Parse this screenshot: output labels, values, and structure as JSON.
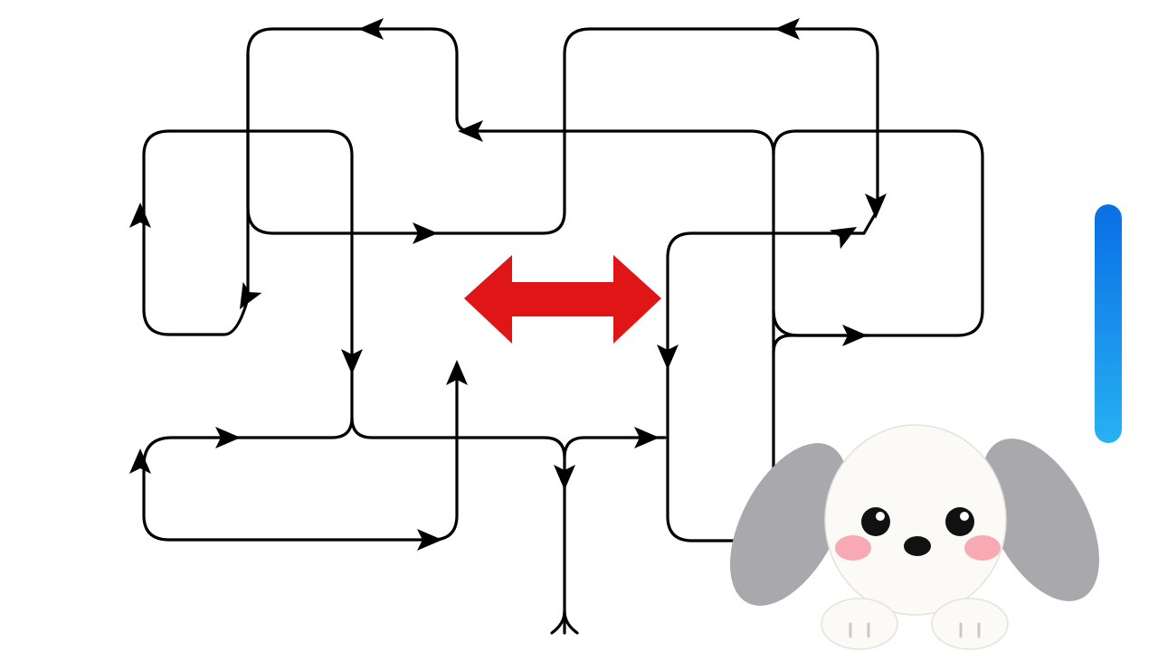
{
  "game": {
    "type": "arrow-maze",
    "colors": {
      "background": "#ffffff",
      "track": "#000000",
      "arrowhead": "#000000",
      "center_arrow": "#e01515",
      "progress_top": "#0a6fe6",
      "progress_bottom": "#27b1f2",
      "dog_face": "#fbfaf7",
      "dog_ears": "#a9a9ad",
      "dog_cheeks": "#f7a9b4",
      "dog_nose": "#111111"
    },
    "center_arrow": {
      "direction": "left-right",
      "icon": "double-arrow-icon"
    },
    "progress": {
      "fraction": 1.0,
      "orientation": "vertical"
    },
    "mascot": {
      "icon": "puppy-icon"
    }
  }
}
